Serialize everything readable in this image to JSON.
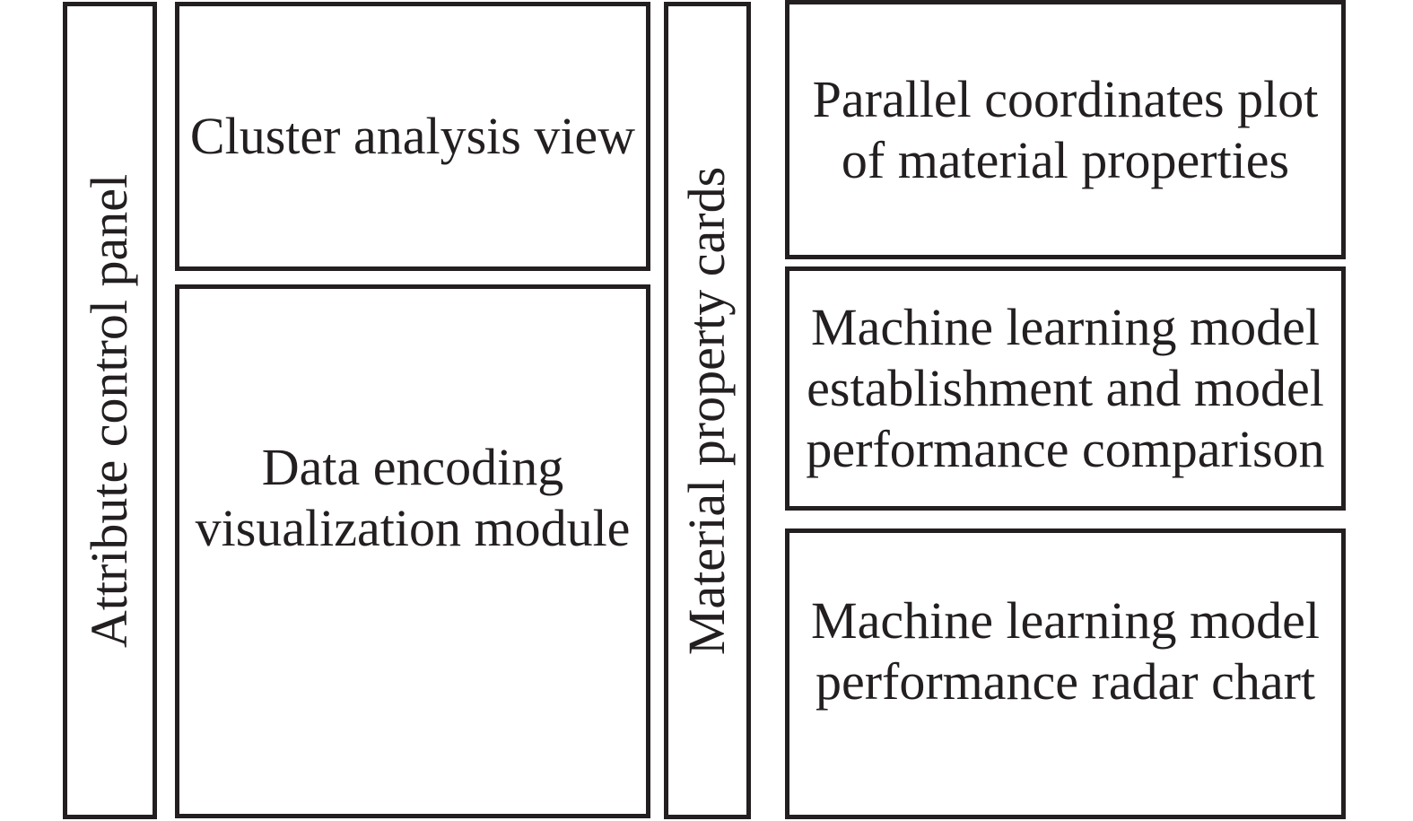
{
  "figure": {
    "colors": {
      "ink": "#231f20",
      "background": "#ffffff"
    },
    "panels": {
      "attribute": {
        "label": "Attribute control panel"
      },
      "cluster": {
        "label": "Cluster analysis view"
      },
      "encoding": {
        "lines": [
          "Data encoding",
          "visualization module"
        ]
      },
      "cards": {
        "label": "Material property cards"
      },
      "parallel": {
        "lines": [
          "Parallel coordinates plot",
          "of material properties"
        ]
      },
      "ml": {
        "lines": [
          "Machine learning model",
          "establishment and model",
          "performance comparison"
        ]
      },
      "radar": {
        "lines": [
          "Machine learning model",
          "performance radar chart"
        ]
      }
    }
  }
}
